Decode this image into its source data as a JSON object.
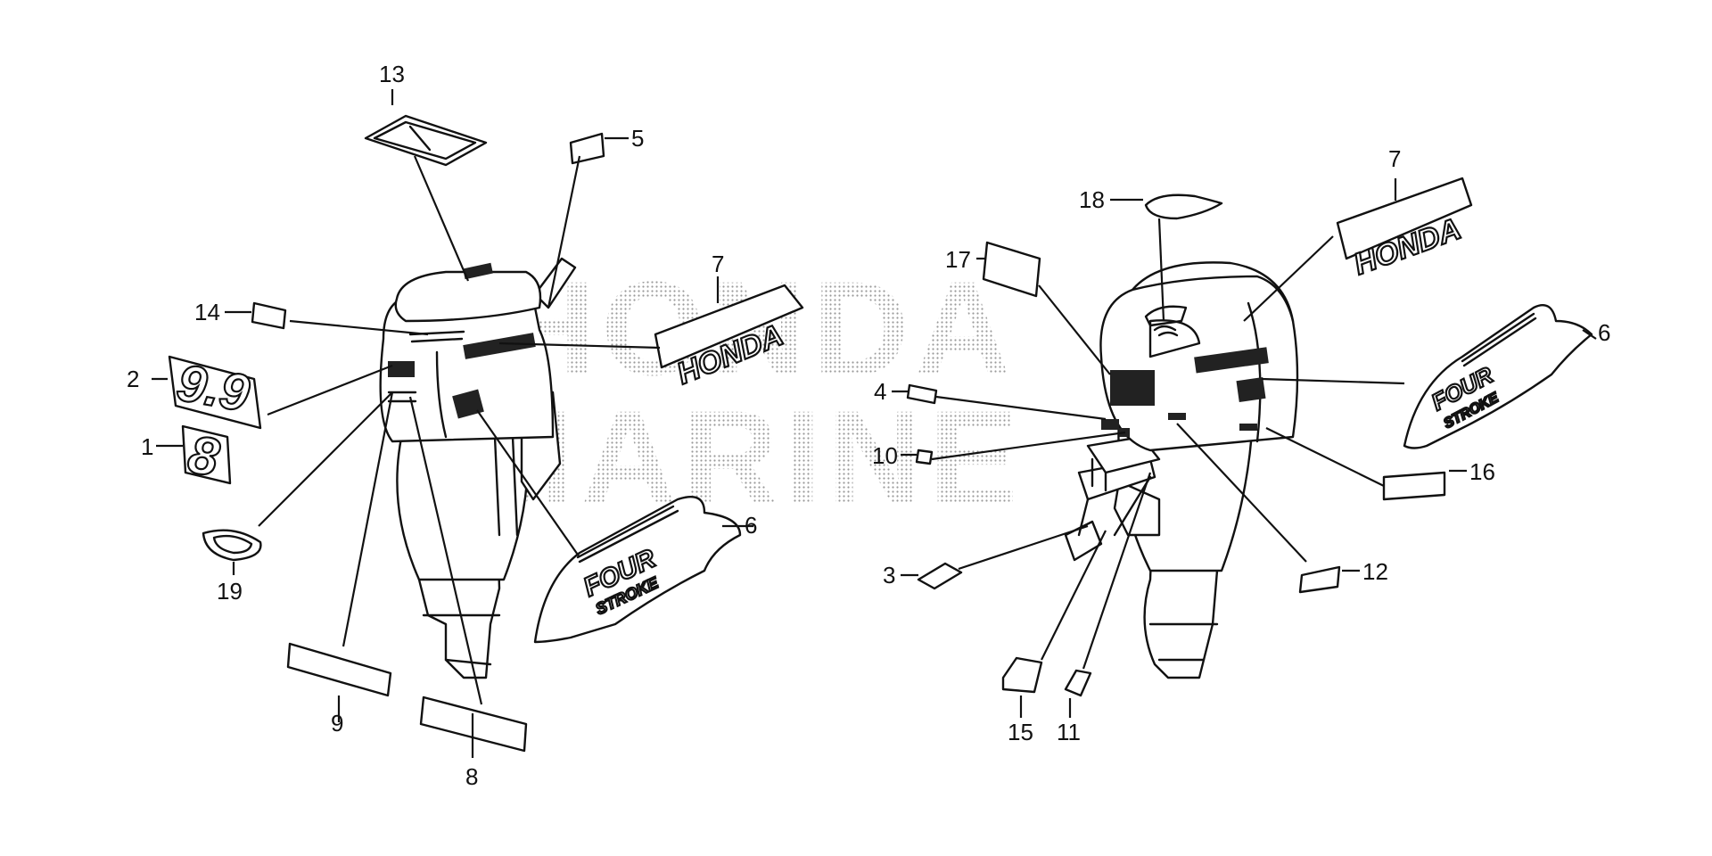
{
  "watermark": {
    "line1": "HONDA",
    "line2": "MARINE"
  },
  "decals": {
    "honda_word": "HONDA",
    "four": "FOUR",
    "stroke": "STROKE",
    "num_99": "9.9",
    "num_8": "8"
  },
  "callouts": [
    {
      "id": "c13",
      "number": "13"
    },
    {
      "id": "c5",
      "number": "5"
    },
    {
      "id": "c14",
      "number": "14"
    },
    {
      "id": "c7a",
      "number": "7"
    },
    {
      "id": "c2",
      "number": "2"
    },
    {
      "id": "c1",
      "number": "1"
    },
    {
      "id": "c19",
      "number": "19"
    },
    {
      "id": "c6a",
      "number": "6"
    },
    {
      "id": "c9",
      "number": "9"
    },
    {
      "id": "c8",
      "number": "8"
    },
    {
      "id": "c18",
      "number": "18"
    },
    {
      "id": "c7b",
      "number": "7"
    },
    {
      "id": "c17",
      "number": "17"
    },
    {
      "id": "c6b",
      "number": "6"
    },
    {
      "id": "c4",
      "number": "4"
    },
    {
      "id": "c10",
      "number": "10"
    },
    {
      "id": "c16",
      "number": "16"
    },
    {
      "id": "c3",
      "number": "3"
    },
    {
      "id": "c12",
      "number": "12"
    },
    {
      "id": "c15",
      "number": "15"
    },
    {
      "id": "c11",
      "number": "11"
    }
  ]
}
